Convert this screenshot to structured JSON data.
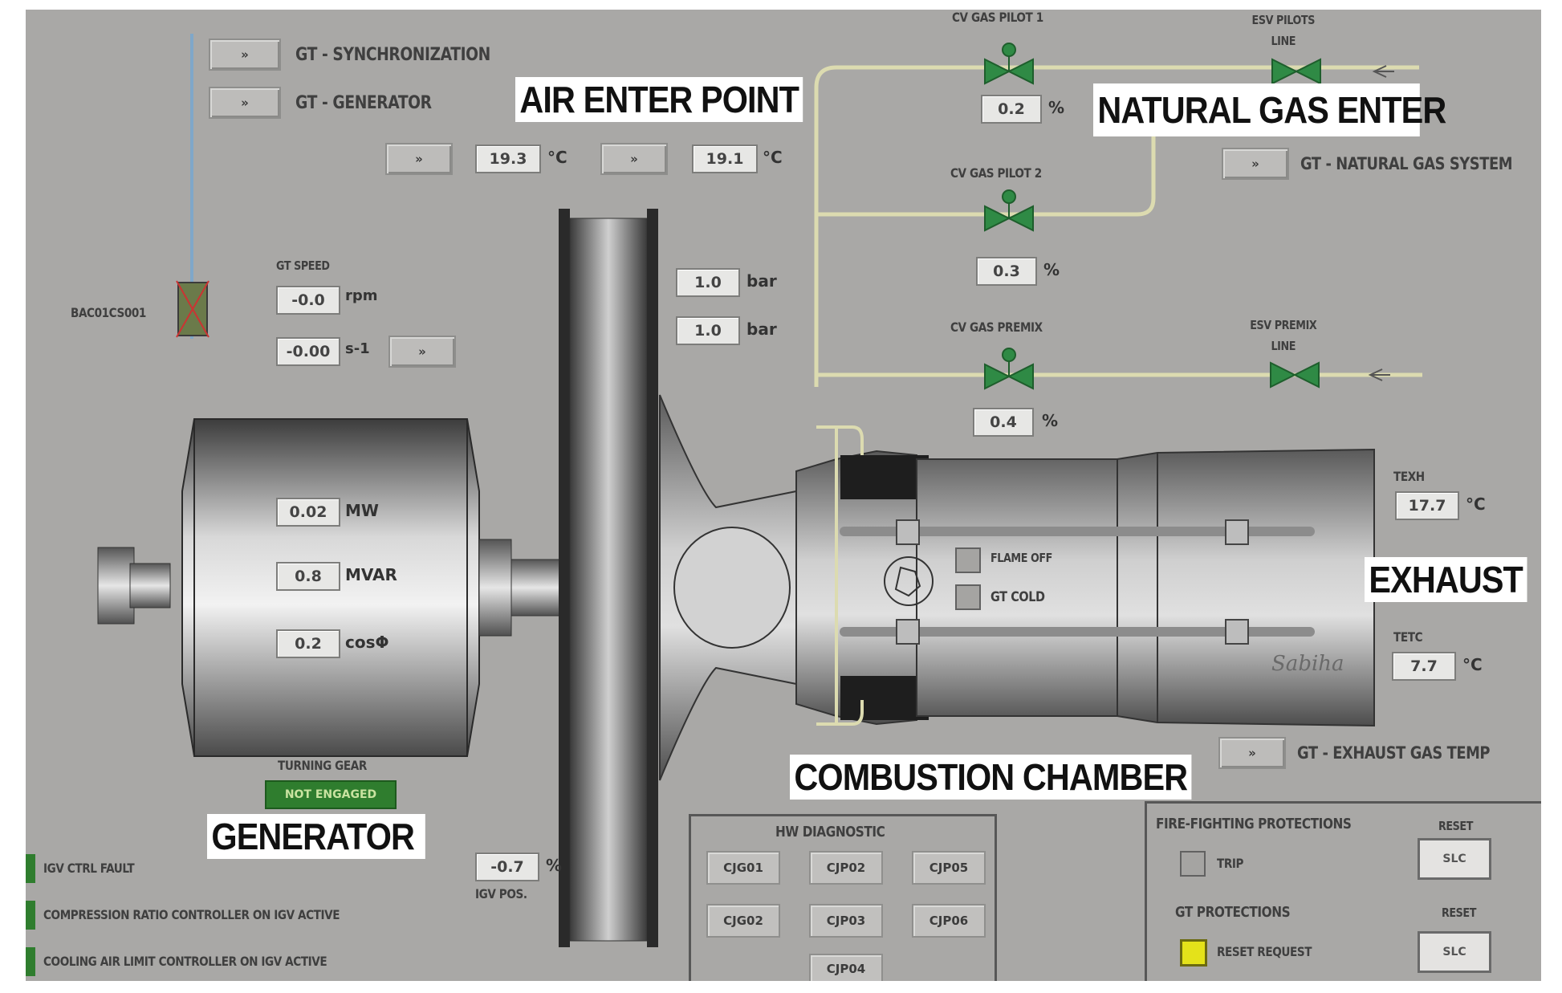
{
  "header": {
    "sync_label": "GT - SYNCHRONIZATION",
    "generator_label": "GT - GENERATOR",
    "natural_gas_system_label": "GT - NATURAL GAS SYSTEM",
    "exhaust_gas_temp_label": "GT - EXHAUST GAS TEMP",
    "nav_symbol": "»"
  },
  "annotations": {
    "air_enter_point": "AIR ENTER POINT",
    "natural_gas_enter": "NATURAL GAS ENTER",
    "exhaust": "EXHAUST",
    "combustion_chamber": "COMBUSTION CHAMBER",
    "generator": "GENERATOR"
  },
  "air": {
    "temp1": "19.3",
    "temp2": "19.1",
    "temp_unit": "°C",
    "pressure1": "1.0",
    "pressure2": "1.0",
    "pressure_unit": "bar"
  },
  "gt_speed": {
    "title": "GT SPEED",
    "rpm_value": "-0.0",
    "rpm_unit": "rpm",
    "accel_value": "-0.00",
    "accel_unit": "s-1"
  },
  "valve_tag": "BAC01CS001",
  "generator": {
    "mw": "0.02",
    "mw_unit": "MW",
    "mvar": "0.8",
    "mvar_unit": "MVAR",
    "cos": "0.2",
    "cos_unit": "cosΦ",
    "turning_gear_label": "TURNING GEAR",
    "turning_gear_status": "NOT ENGAGED"
  },
  "gas_valves": {
    "pilot1_label": "CV GAS PILOT 1",
    "pilot1_value": "0.2",
    "pilot2_label": "CV GAS PILOT 2",
    "pilot2_value": "0.3",
    "premix_label": "CV GAS PREMIX",
    "premix_value": "0.4",
    "pct_unit": "%",
    "esv_pilots_label": "ESV PILOTS LINE",
    "esv_premix_label": "ESV PREMIX LINE"
  },
  "turbine": {
    "flame_off_label": "FLAME OFF",
    "gt_cold_label": "GT COLD",
    "brand_text": "Sabiha"
  },
  "exhaust_temps": {
    "texh_label": "TEXH",
    "texh_value": "17.7",
    "tetc_label": "TETC",
    "tetc_value": "7.7",
    "unit": "°C"
  },
  "igv": {
    "value": "-0.7",
    "unit": "%",
    "label": "IGV POS."
  },
  "alarms": [
    "IGV CTRL FAULT",
    "COMPRESSION RATIO CONTROLLER ON IGV ACTIVE",
    "COOLING AIR LIMIT CONTROLLER ON IGV ACTIVE"
  ],
  "hw_diagnostic": {
    "title": "HW DIAGNOSTIC",
    "buttons": [
      "CJG01",
      "CJP02",
      "CJP05",
      "CJG02",
      "CJP03",
      "CJP06",
      "CJP04"
    ]
  },
  "fire_fighting": {
    "title": "FIRE-FIGHTING PROTECTIONS",
    "reset_label": "RESET",
    "trip_label": "TRIP",
    "button_label": "SLC"
  },
  "gt_protections": {
    "title": "GT PROTECTIONS",
    "reset_label": "RESET",
    "reset_request_label": "RESET REQUEST",
    "button_label": "SLC"
  },
  "colors": {
    "panel_bg": "#a9a8a6",
    "pipe_gas": "#dcdbb0",
    "pipe_water": "#7fa7c9",
    "valve_green": "#2f8a45",
    "status_green": "#2f7d2e",
    "reset_request_yellow": "#e4e21a"
  }
}
